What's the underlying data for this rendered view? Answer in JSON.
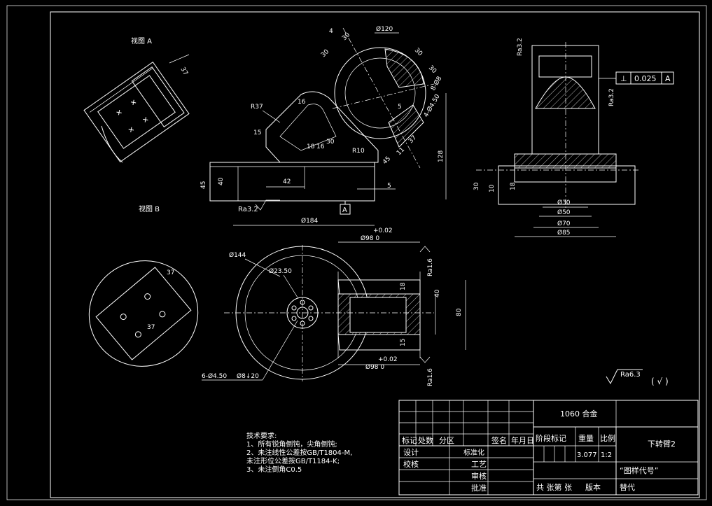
{
  "views": {
    "view_a_label": "视图 A",
    "view_b_label": "视图 B",
    "view_a_dim": "37",
    "view_b_dims": [
      "37",
      "37"
    ]
  },
  "front_view": {
    "dims": {
      "d120": "Ø120",
      "a30_1": "30",
      "a30_2": "30",
      "a30_3": "30",
      "a30_4": "30",
      "a4": "4",
      "r37": "R37",
      "d16": "16",
      "d15": "15",
      "d30": "30",
      "d16b": "16",
      "d18": "18",
      "r10": "R10",
      "d45_1": "45",
      "d40_1": "40",
      "d42": "42",
      "d5": "5",
      "d128": "128",
      "d184": "Ø184",
      "d4_50": "4-Ø4.50",
      "d8": "8-Ø8",
      "d37": "37",
      "d11": "11",
      "d5b": "5",
      "d45_2": "45"
    },
    "roughness": "Ra3.2",
    "datum": "A"
  },
  "side_view": {
    "roughness_top": "Ra3.2",
    "roughness_right": "Ra3.2",
    "tolerance_symbol": "⊥",
    "tolerance_value": "0.025",
    "tolerance_datum": "A",
    "dims": {
      "d30": "30",
      "d10": "10",
      "d18": "18",
      "d30b": "Ø30",
      "d50": "Ø50",
      "d70": "Ø70",
      "d85": "Ø85"
    }
  },
  "top_view": {
    "dims": {
      "d144": "Ø144",
      "d23": "Ø23.50",
      "d98_top": "Ø98  0",
      "d98_top_tol": "+0.02",
      "d98_bot": "Ø98  0",
      "d98_bot_tol": "+0.02",
      "d18a": "18",
      "d40": "40",
      "d80": "80",
      "d15": "15",
      "holes": "6-Ø4.50",
      "d8_20": "Ø8↓20"
    },
    "roughness_top": "Ra1.6",
    "roughness_bot": "Ra1.6"
  },
  "general_roughness": {
    "value": "Ra6.3",
    "paren": "(   √   )"
  },
  "tech_notes": {
    "title": "技术要求:",
    "lines": [
      "1、所有锐角倒钝，尖角倒钝;",
      "2、未注线性公差按GB/T1804-M,",
      "未注形位公差按GB/T1184-K;",
      "3、未注倒角C0.5"
    ]
  },
  "title_block": {
    "material": "1060 合金",
    "part_name": "下转臂2",
    "drawing_no": "“图样代号”",
    "row_headers": {
      "mark": "标记",
      "count": "处数",
      "zone": "分区",
      "sign": "签名",
      "date": "年月日"
    },
    "design": "设计",
    "standard": "标准化",
    "check": "校核",
    "process": "工艺",
    "review": "审核",
    "approve": "批准",
    "stage": "阶段标记",
    "weight": "重量",
    "scale": "比例",
    "weight_val": "3.077",
    "scale_val": "1:2",
    "sheets": "共 张第 张",
    "version": "版本",
    "replace": "替代"
  }
}
